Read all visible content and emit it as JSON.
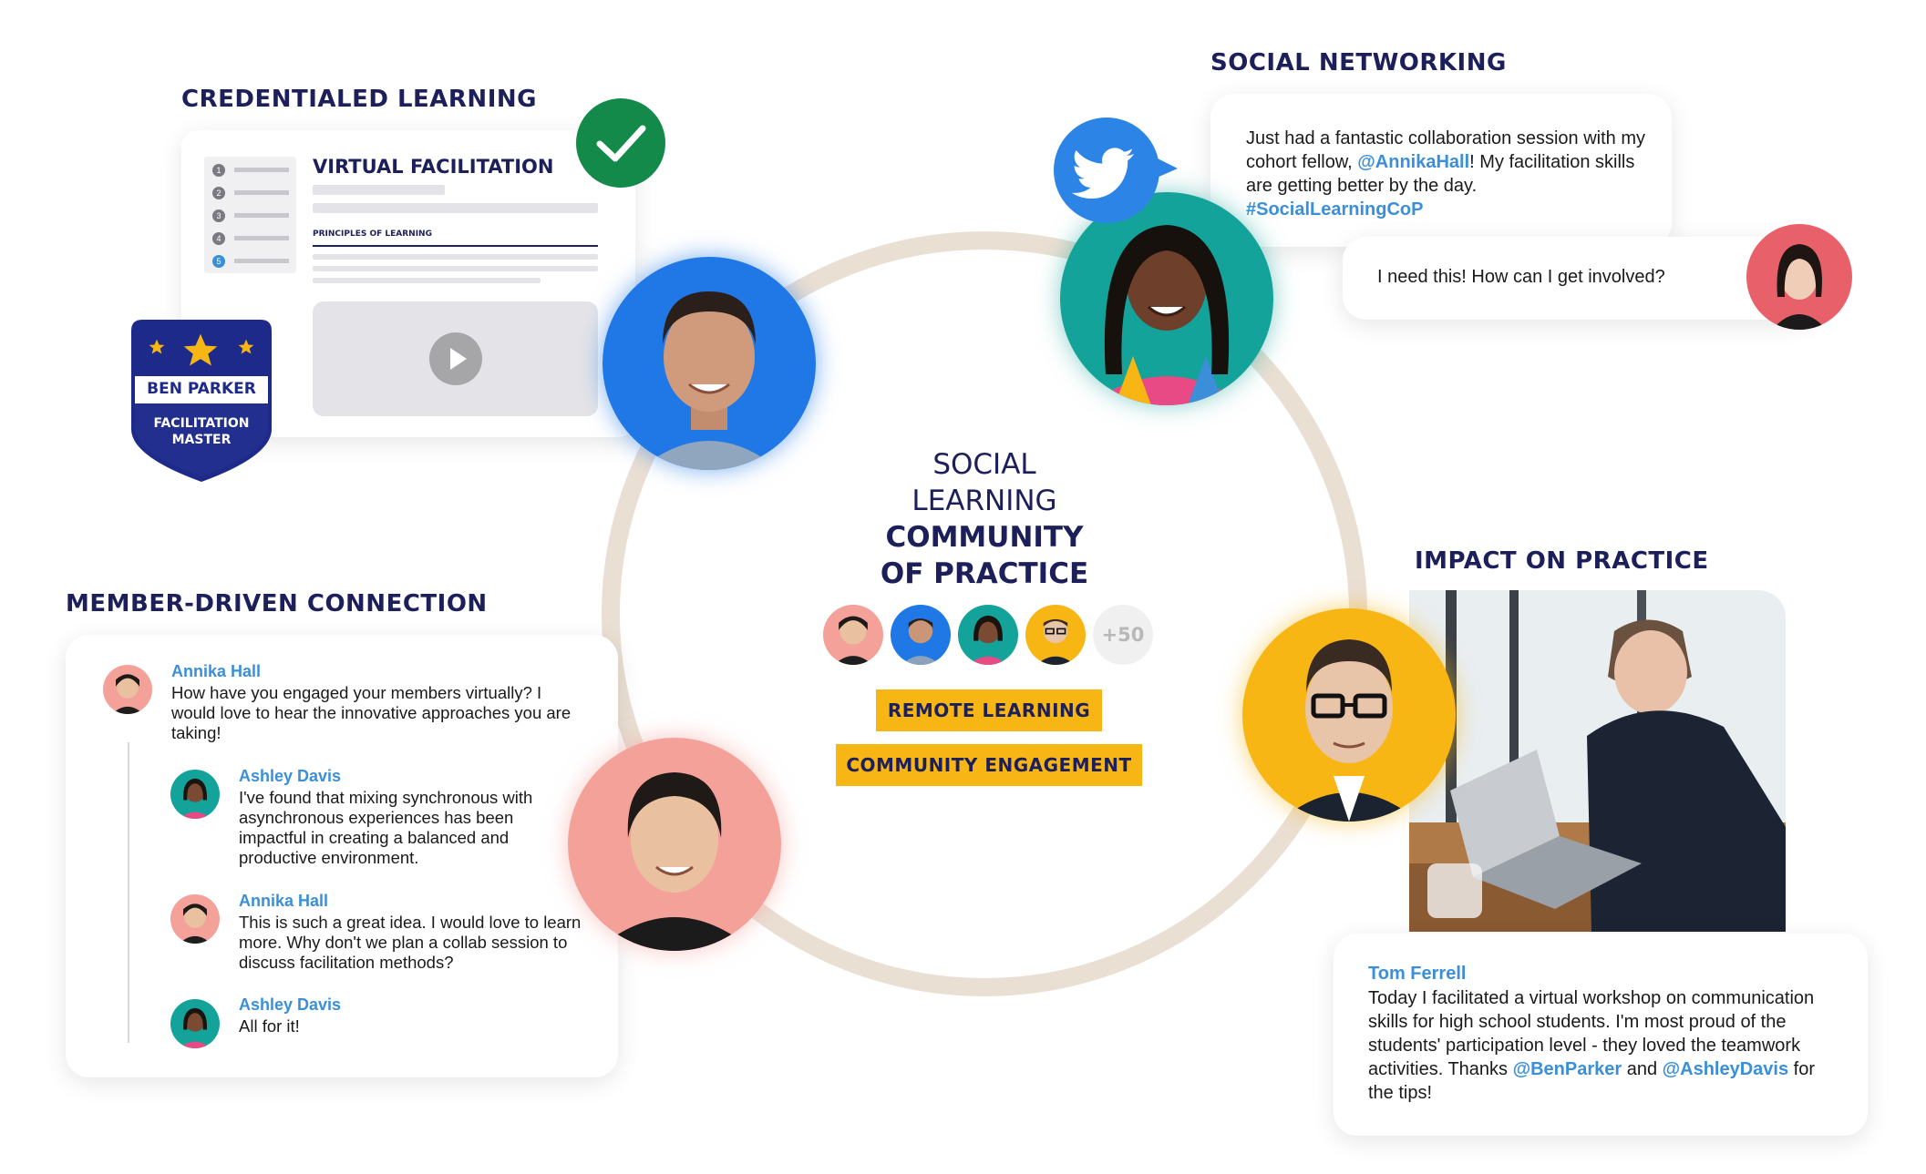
{
  "center": {
    "line1": "SOCIAL",
    "line2": "LEARNING",
    "line3": "COMMUNITY",
    "line4": "OF PRACTICE",
    "more_count": "+50",
    "tag1": "REMOTE LEARNING",
    "tag2": "COMMUNITY ENGAGEMENT"
  },
  "credentialed": {
    "heading": "CREDENTIALED LEARNING",
    "course_title": "VIRTUAL FACILITATION",
    "section_label": "PRINCIPLES OF LEARNING",
    "lesson_numbers": [
      "1",
      "2",
      "3",
      "4",
      "5"
    ],
    "badge_name": "BEN PARKER",
    "badge_line1": "FACILITATION",
    "badge_line2": "MASTER"
  },
  "social": {
    "heading": "SOCIAL NETWORKING",
    "tweet_part1": "Just had a fantastic collaboration session with my cohort fellow, ",
    "tweet_mention": "@AnnikaHall",
    "tweet_part2": "! My facilitation skills are getting better by the day. ",
    "tweet_hashtag": "#SocialLearningCoP",
    "reply_text": "I need this! How can I get involved?"
  },
  "member": {
    "heading": "MEMBER-DRIVEN CONNECTION",
    "posts": [
      {
        "name": "Annika Hall",
        "text": "How have you engaged your members virtually? I would love to hear the innovative approaches you are taking!"
      },
      {
        "name": "Ashley Davis",
        "text": "I've found that mixing synchronous with asynchronous experiences has been impactful in creating a balanced and productive environment."
      },
      {
        "name": "Annika Hall",
        "text": "This is such a great idea. I would love to learn more. Why don't we plan a collab session to discuss facilitation methods?"
      },
      {
        "name": "Ashley Davis",
        "text": "All for it!"
      }
    ]
  },
  "impact": {
    "heading": "IMPACT ON PRACTICE",
    "author": "Tom Ferrell",
    "text_part1": "Today I facilitated a virtual workshop on communication skills for high school students. I'm most proud of the students' participation level - they loved the teamwork activities. Thanks ",
    "mention1": "@BenParker",
    "text_and": " and ",
    "mention2": "@AshleyDavis",
    "text_part2": " for the tips!"
  },
  "colors": {
    "navy": "#1c1f5a",
    "accent_blue": "#3a8fd8",
    "yellow": "#f7b614",
    "ring": "#eadfd3",
    "check_green": "#138a4a",
    "twitter_blue": "#2b84e6"
  },
  "icons": [
    "checkmark-icon",
    "twitter-bird-icon",
    "play-icon",
    "star-icon"
  ]
}
